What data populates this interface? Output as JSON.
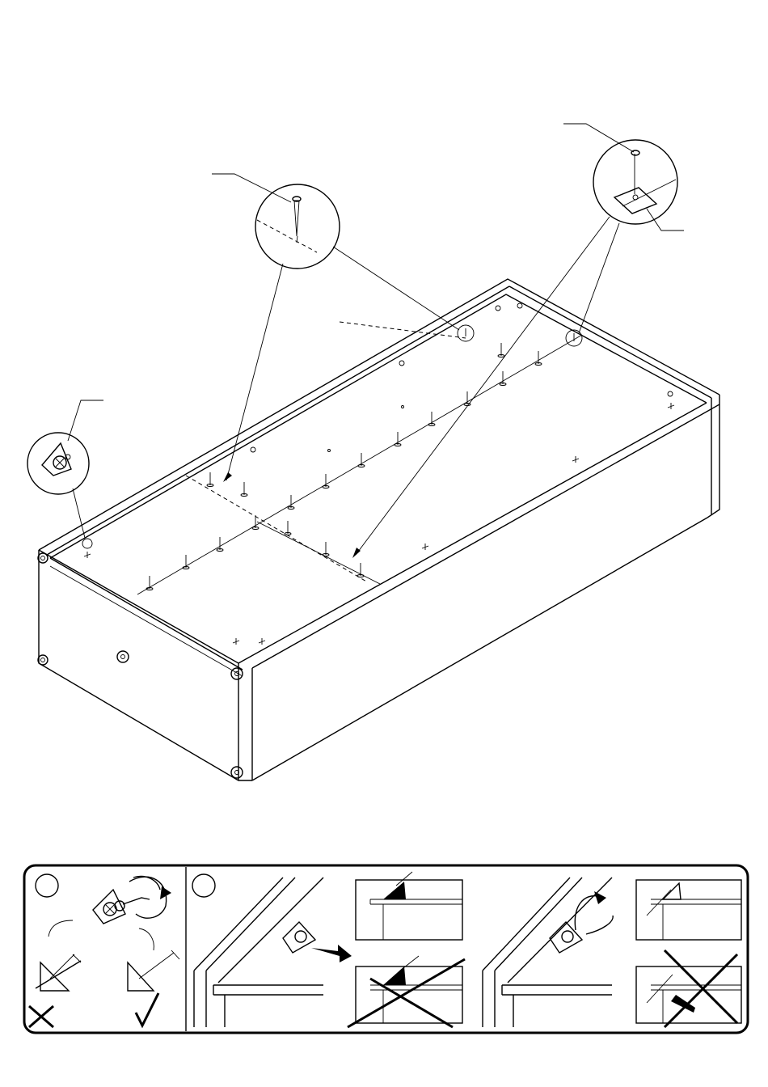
{
  "document": {
    "type": "assembly-instruction-page",
    "main_illustration": "cabinet-carcass-back-panel-nailing",
    "detail_callouts": [
      "nail-detail-edge",
      "nail-with-washer-detail",
      "cam-lock-detail"
    ],
    "bottom_panel": {
      "step_badges": [
        "",
        ""
      ],
      "marks": {
        "wrong": "cross-mark-icon",
        "correct": "check-mark-icon"
      }
    }
  },
  "colors": {
    "ink": "#000000",
    "paper": "#ffffff"
  }
}
